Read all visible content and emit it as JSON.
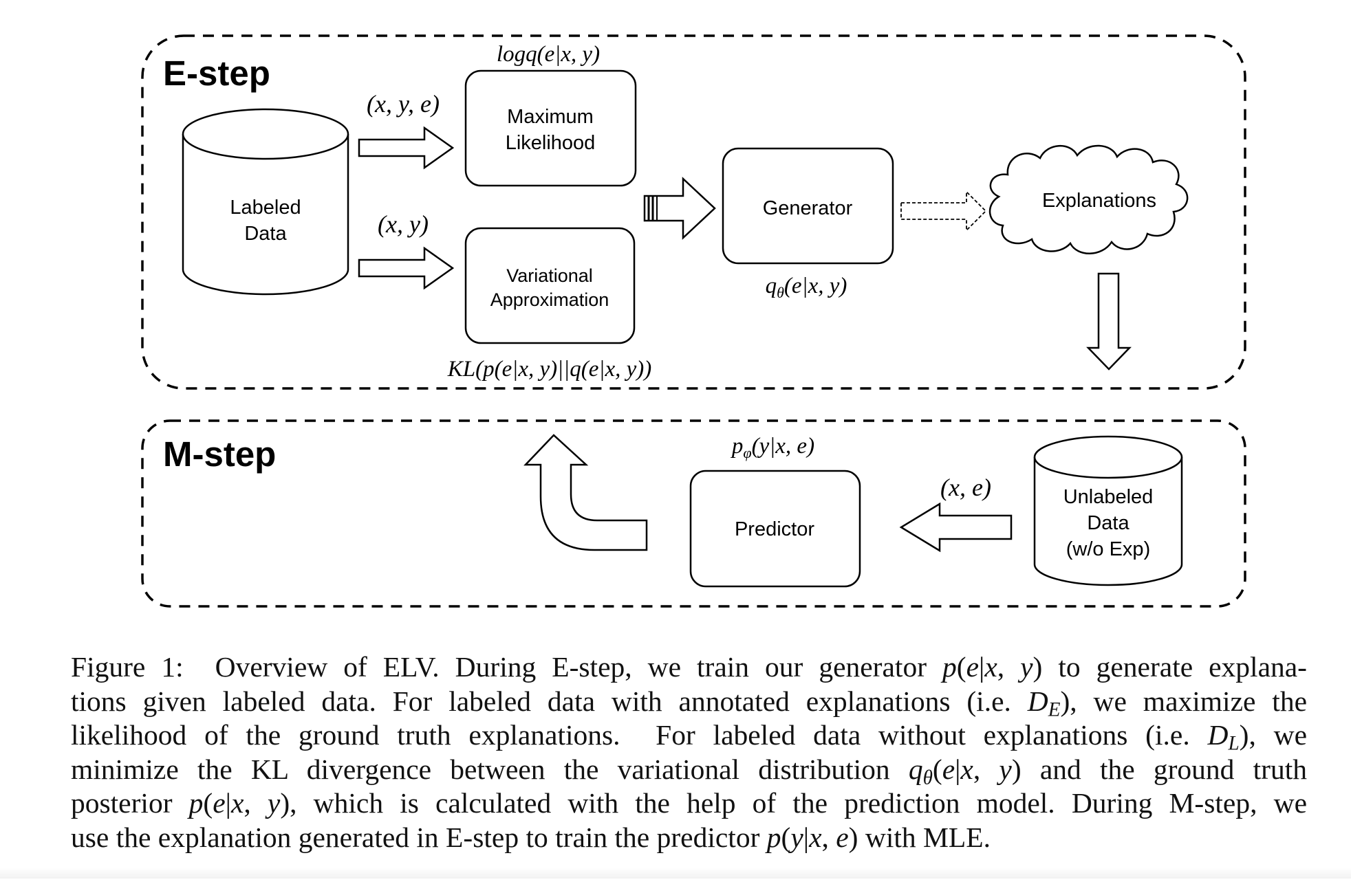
{
  "estep": {
    "title": "E-step",
    "labeled_data": [
      "Labeled",
      "Data"
    ],
    "input_xye": "(x, y, e)",
    "input_xy": "(x, y)",
    "max_likelihood": [
      "Maximum",
      "Likelihood"
    ],
    "max_likelihood_formula": "logq(e|x, y)",
    "variational": [
      "Variational",
      "Approximation"
    ],
    "kl_formula": "KL(p(e|x, y)||q(e|x, y))",
    "generator": "Generator",
    "generator_formula": "q_θ(e|x, y)",
    "explanations": "Explanations"
  },
  "mstep": {
    "title": "M-step",
    "unlabeled_data": [
      "Unlabeled",
      "Data",
      "(w/o Exp)"
    ],
    "input_xe": "(x, e)",
    "predictor": "Predictor",
    "predictor_formula": "p_φ(y|x, e)"
  },
  "caption": {
    "lines": [
      "Figure 1:  Overview of ELV. During E-step, we train our generator p(e|x, y) to generate explana-",
      "tions given labeled data. For labeled data with annotated explanations (i.e. D_E), we maximize the",
      "likelihood of the ground truth explanations.  For labeled data without explanations (i.e. D_L), we",
      "minimize the KL divergence between the variational distribution q_θ(e|x, y) and the ground truth",
      "posterior p(e|x, y), which is calculated with the help of the prediction model. During M-step, we",
      "use the explanation generated in E-step to train the predictor p(y|x, e) with MLE."
    ]
  }
}
